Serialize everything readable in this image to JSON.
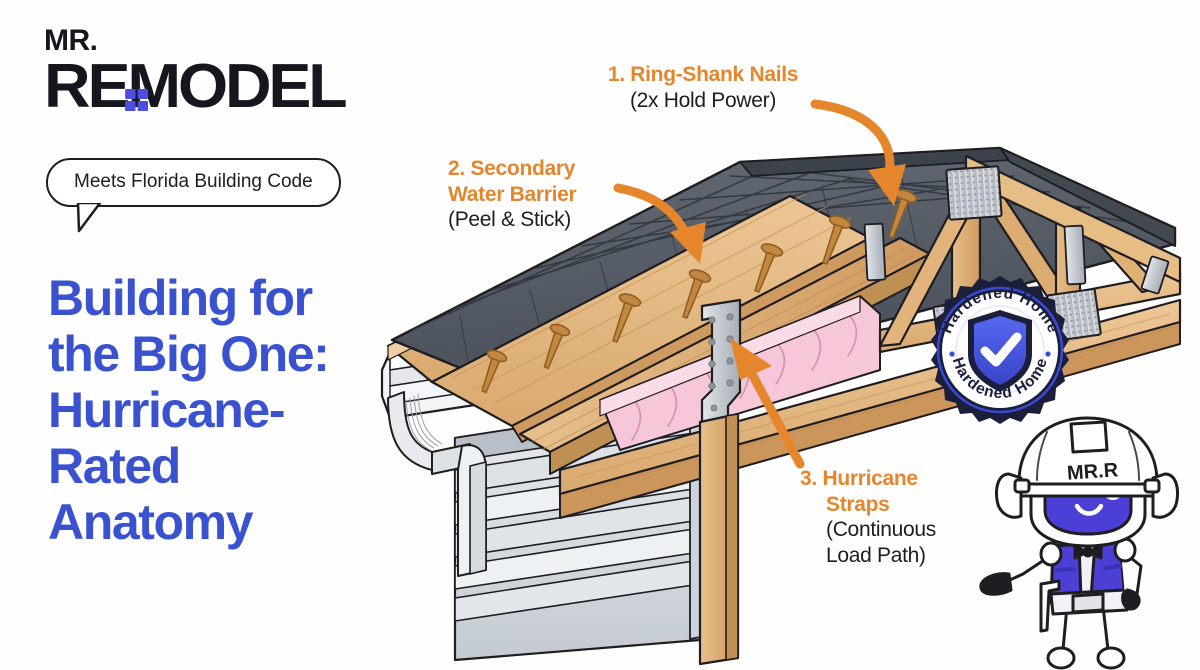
{
  "brand": {
    "logo_top": "MR.",
    "logo_main": "RE MODEL",
    "logo_main_before": "RE",
    "logo_main_after": "MODEL",
    "window_icon": "window-pane-icon"
  },
  "badge_bubble": {
    "text": "Meets Florida Building Code"
  },
  "headline": {
    "line1": "Building for",
    "line2": "the Big One:",
    "line3": "Hurricane-",
    "line4": "Rated",
    "line5": "Anatomy",
    "full": "Building for the Big One: Hurricane-Rated Anatomy"
  },
  "callouts": [
    {
      "number": "1.",
      "title": "1. Ring-Shank Nails",
      "subtitle": "(2x Hold Power)",
      "arrow": "curved-arrow-down-right"
    },
    {
      "number": "2.",
      "title_line1": "2. Secondary",
      "title_line2": "Water Barrier",
      "subtitle": "(Peel & Stick)",
      "arrow": "curved-arrow-down-right"
    },
    {
      "number": "3.",
      "title_line1": "3. Hurricane",
      "title_line2": "Straps",
      "subtitle_line1": "(Continuous",
      "subtitle_line2": "Load Path)",
      "arrow": "straight-arrow-up-left"
    }
  ],
  "seal": {
    "text_top": "Hardened Home",
    "text_bottom": "Hardened Home",
    "icon": "shield-check-icon"
  },
  "mascot": {
    "helmet_text": "MR.R",
    "name": "mr-remodel-robot"
  },
  "illustration": {
    "name": "hurricane-rated-roof-cutaway",
    "parts": [
      "asphalt-shingles",
      "peel-and-stick-underlayment",
      "roof-sheathing",
      "rafters",
      "roof-truss",
      "gusset-plates",
      "pink-batt-insulation",
      "hurricane-strap",
      "ring-shank-nails",
      "top-plate",
      "wall-stud",
      "lap-siding",
      "gutter",
      "downspout",
      "fascia"
    ]
  },
  "colors": {
    "brand_blue": "#3b52d0",
    "accent_orange": "#e5862c",
    "ink": "#1d1d22",
    "wood": "#e4b77f",
    "wood_dark": "#c9965c",
    "shingle": "#5b616b",
    "shingle_dark": "#464c55",
    "insulation": "#f4c3d6",
    "metal": "#c9ccd2",
    "siding": "#d9dde1",
    "navy": "#1b1f3b",
    "mascot_blue": "#4b3fd6"
  }
}
